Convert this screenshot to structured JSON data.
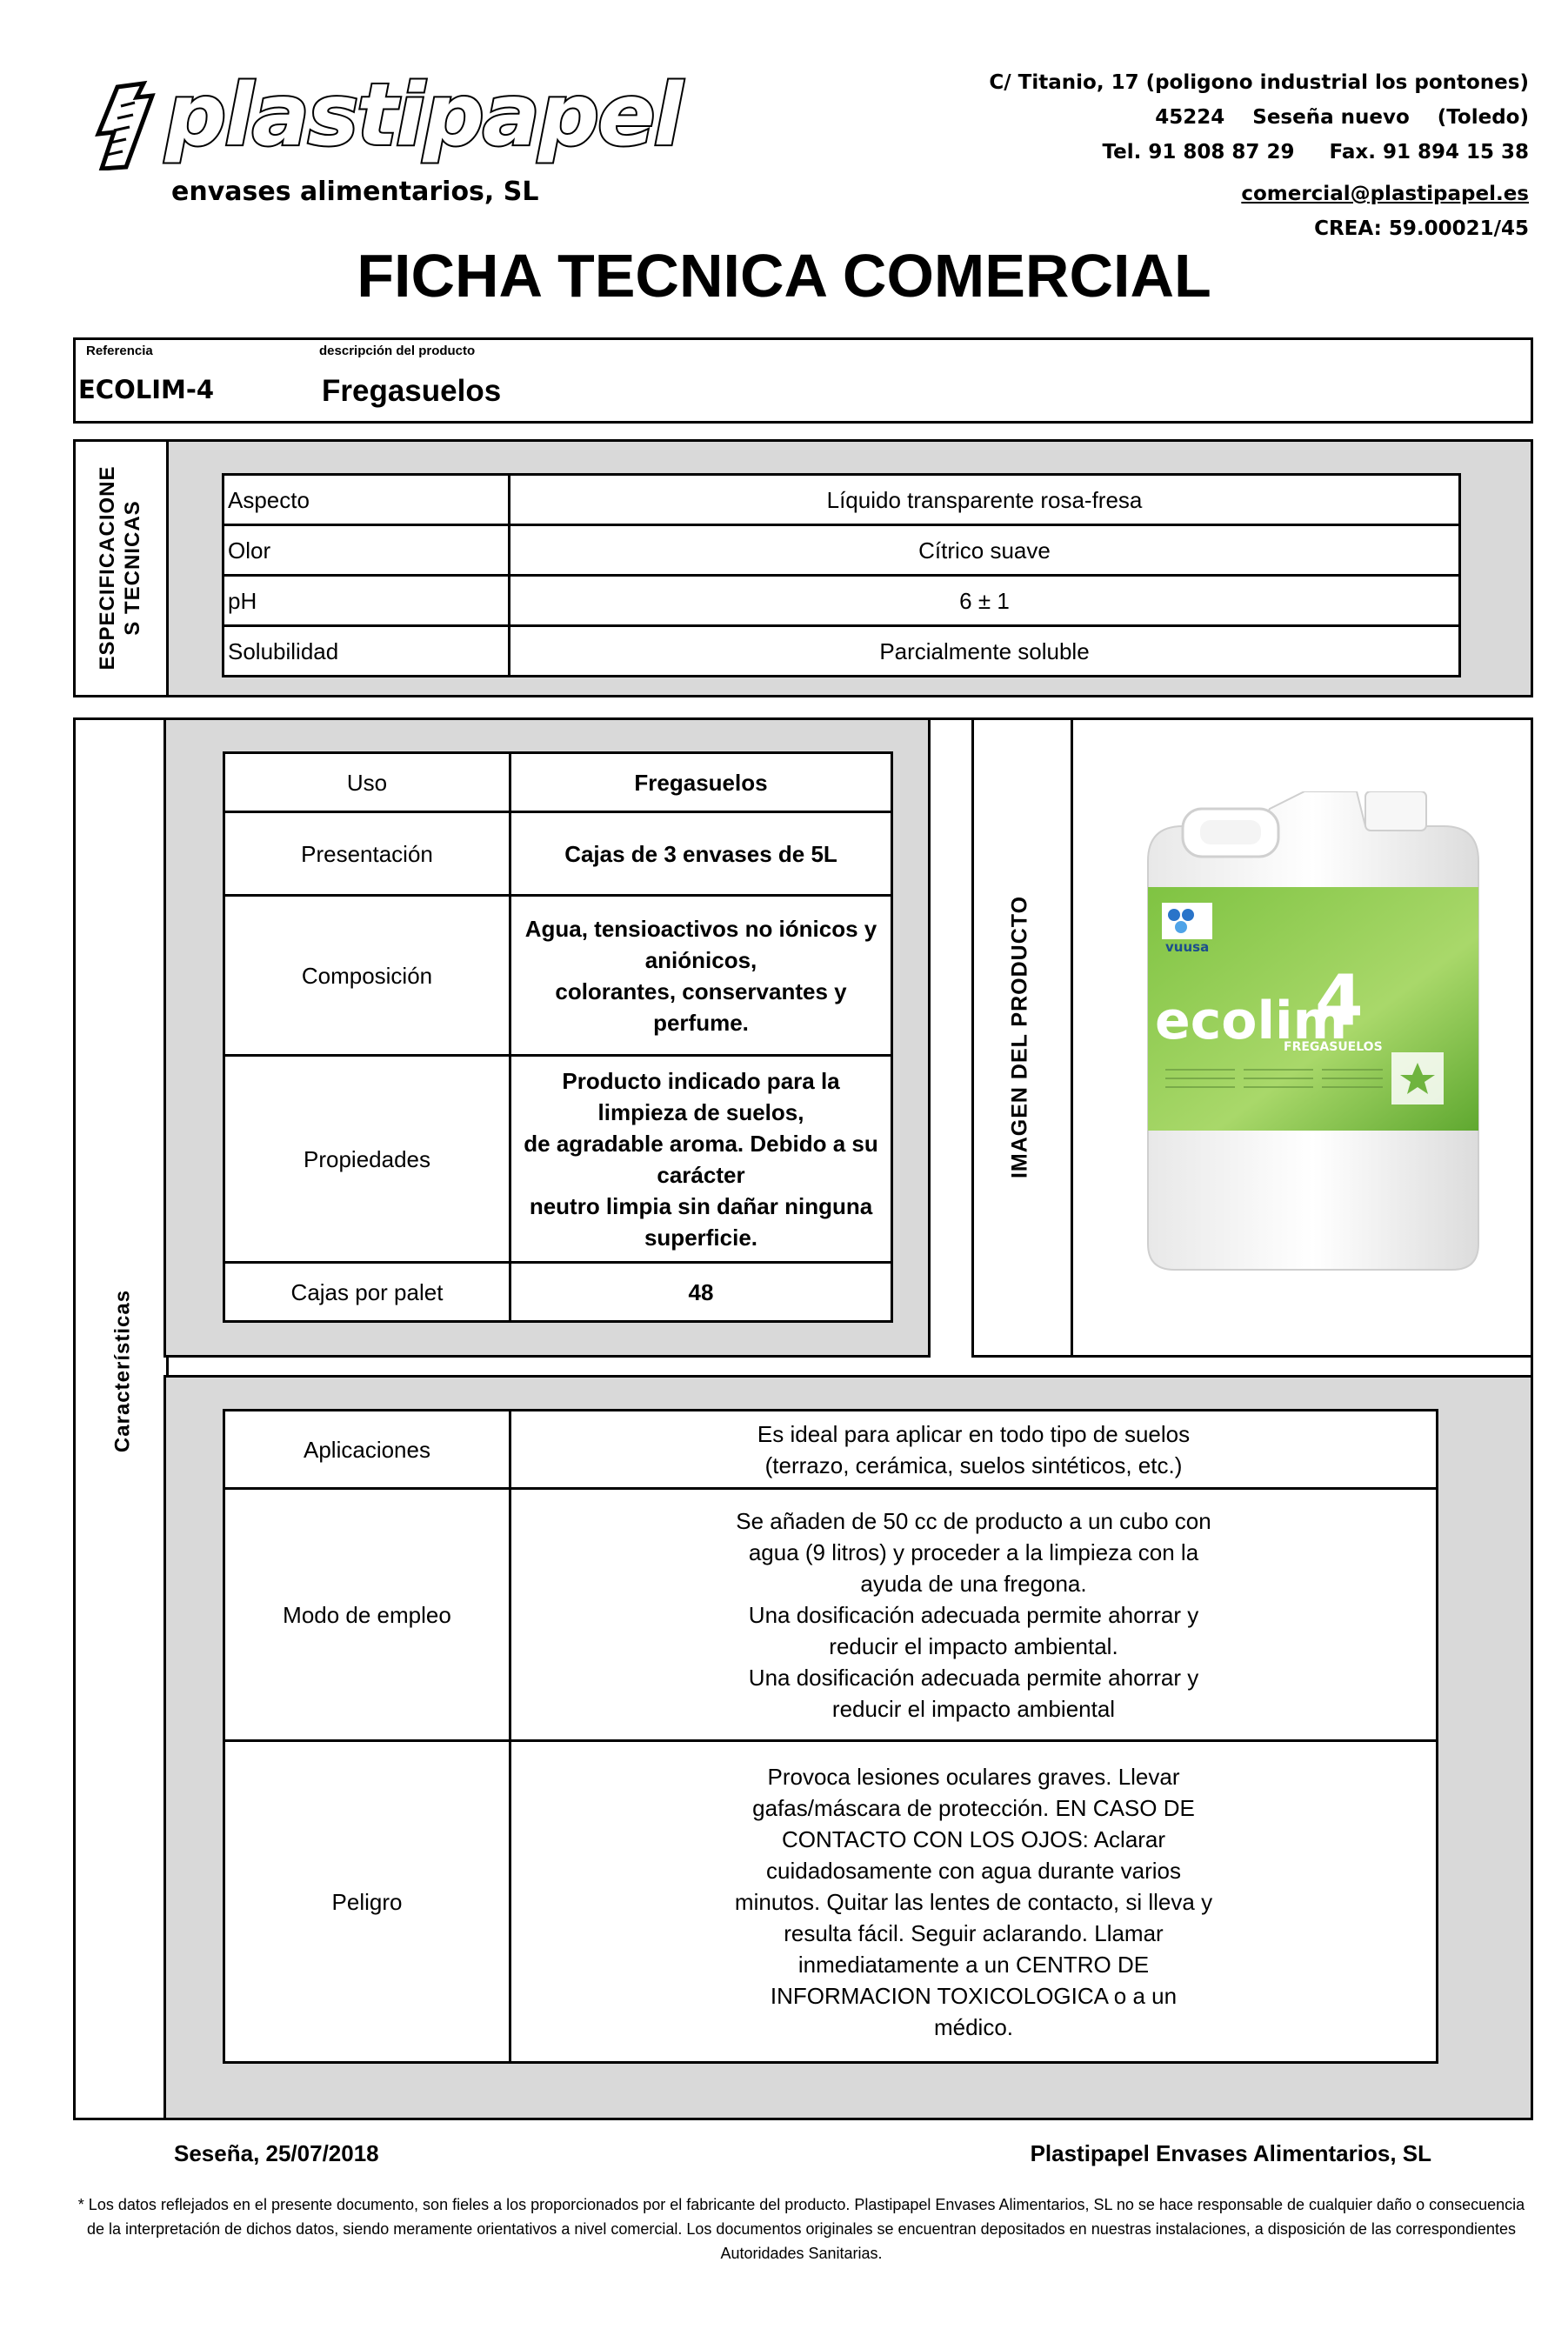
{
  "header": {
    "logo_text": "plastipapel",
    "logo_subtitle": "envases alimentarios, SL",
    "address_line1": "C/ Titanio, 17 (poligono industrial los pontones)",
    "address_line2": "45224    Seseña nuevo    (Toledo)",
    "address_line3": "Tel. 91 808 87 29     Fax. 91 894 15 38",
    "email": "comercial@plastipapel.es",
    "crea": "CREA:  59.00021/45"
  },
  "title": "FICHA TECNICA COMERCIAL",
  "reference": {
    "ref_label": "Referencia",
    "ref_value": "ECOLIM-4",
    "desc_label": "descripción del producto",
    "desc_value": "Fregasuelos"
  },
  "specs": {
    "side_label_1": "ESPECIFICACIONE",
    "side_label_2": "S TECNICAS",
    "rows": [
      {
        "k": "Aspecto",
        "v": "Líquido transparente rosa-fresa"
      },
      {
        "k": "Olor",
        "v": "Cítrico suave"
      },
      {
        "k": "pH",
        "v": "6 ± 1"
      },
      {
        "k": "Solubilidad",
        "v": "Parcialmente soluble"
      }
    ]
  },
  "characteristics": {
    "side_label": "Características",
    "rows": [
      {
        "k": "Uso",
        "v": "Fregasuelos"
      },
      {
        "k": "Presentación",
        "v": "Cajas de 3 envases de 5L"
      },
      {
        "k": "Composición",
        "v": "Agua, tensioactivos no iónicos y\naniónicos,\ncolorantes, conservantes y\nperfume."
      },
      {
        "k": "Propiedades",
        "v": "Producto indicado para la\nlimpieza de suelos,\nde agradable aroma. Debido a su\ncarácter\nneutro limpia sin dañar ninguna\nsuperficie."
      },
      {
        "k": "Cajas por palet",
        "v": "48"
      }
    ],
    "image_label": "IMAGEN DEL PRODUCTO",
    "product_brand": "vuusa",
    "product_name": "ecolim",
    "product_number": "4",
    "product_sub": "FREGASUELOS",
    "usage_rows": [
      {
        "k": "Aplicaciones",
        "v": "Es ideal para aplicar en todo tipo de suelos\n(terrazo, cerámica, suelos sintéticos, etc.)"
      },
      {
        "k": "Modo de empleo",
        "v": "Se añaden de 50 cc de producto a un cubo con\nagua (9 litros) y proceder a la limpieza con la\nayuda de una fregona.\nUna dosificación adecuada permite ahorrar y\nreducir el impacto ambiental.\nUna dosificación adecuada permite ahorrar y\nreducir el impacto ambiental"
      },
      {
        "k": "Peligro",
        "v": "Provoca lesiones oculares graves. Llevar\ngafas/máscara de protección. EN CASO DE\nCONTACTO CON LOS OJOS: Aclarar\ncuidadosamente con agua durante varios\nminutos. Quitar las lentes de contacto, si lleva y\nresulta fácil. Seguir aclarando. Llamar\ninmediatamente a un CENTRO DE\nINFORMACION TOXICOLOGICA o a un\nmédico."
      }
    ]
  },
  "footer": {
    "place_date": "Seseña, 25/07/2018",
    "company": "Plastipapel Envases Alimentarios, SL",
    "disclaimer": "* Los datos reflejados en el presente documento, son fieles a los proporcionados por el fabricante del producto. Plastipapel Envases Alimentarios, SL no se hace responsable de cualquier daño o consecuencia de la interpretación de dichos datos, siendo meramente orientativos a nivel comercial. Los documentos originales se encuentran depositados en nuestras instalaciones, a disposición de las correspondientes Autoridades Sanitarias."
  }
}
